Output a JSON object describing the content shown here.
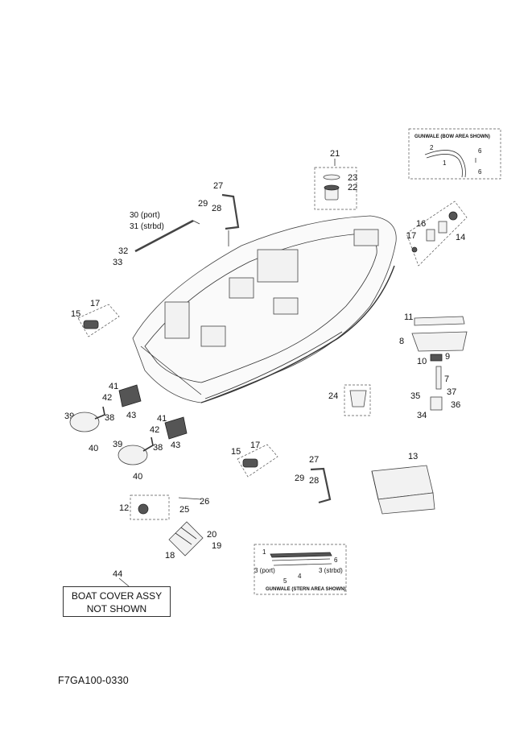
{
  "callouts": {
    "c1": "1",
    "c2": "2",
    "c3": "3",
    "c4": "4",
    "c5": "5",
    "c6": "6",
    "c7": "7",
    "c8": "8",
    "c9": "9",
    "c10": "10",
    "c11": "11",
    "c12": "12",
    "c13": "13",
    "c14": "14",
    "c15": "15",
    "c16": "16",
    "c17": "17",
    "c18": "18",
    "c19": "19",
    "c20": "20",
    "c21": "21",
    "c22": "22",
    "c23": "23",
    "c24": "24",
    "c25": "25",
    "c26": "26",
    "c27": "27",
    "c28": "28",
    "c29": "29",
    "c30": "30 (port)",
    "c31": "31 (strbd)",
    "c32": "32",
    "c33": "33",
    "c34": "34",
    "c35": "35",
    "c36": "36",
    "c37": "37",
    "c38": "38",
    "c39": "39",
    "c40": "40",
    "c41": "41",
    "c42": "42",
    "c43": "43",
    "c44": "44",
    "c3port": "3 (port)",
    "c3strbd": "3 (strbd)"
  },
  "insets": {
    "bow_title": "GUNWALE (BOW AREA SHOWN)",
    "stern_title": "GUNWALE (STERN AREA SHOWN)"
  },
  "note": {
    "line1": "BOAT COVER ASSY",
    "line2": "NOT SHOWN"
  },
  "drawing_code": "F7GA100-0330"
}
